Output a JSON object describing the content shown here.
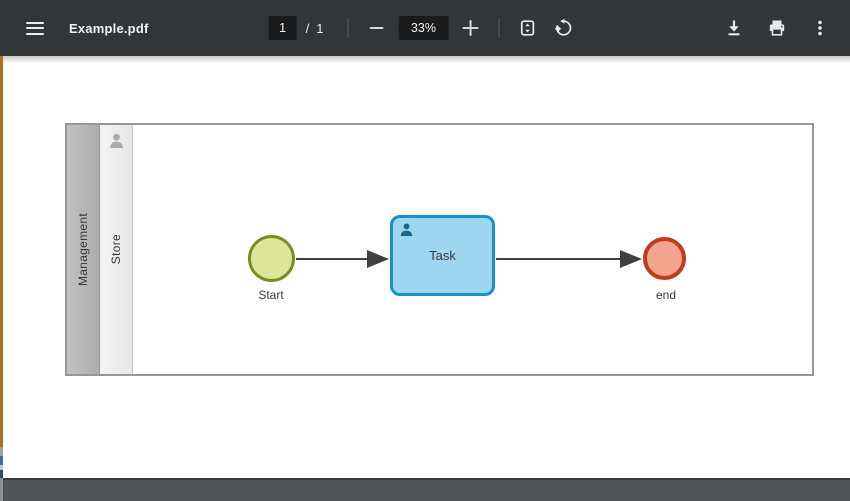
{
  "toolbar": {
    "title": "Example.pdf",
    "page_current": "1",
    "page_separator": "/",
    "page_total": "1",
    "zoom_level": "33%",
    "icons": {
      "menu": "hamburger-icon",
      "zoom_out": "minus-icon",
      "zoom_in": "plus-icon",
      "fit": "fit-to-page-icon",
      "rotate": "rotate-counterclockwise-icon",
      "download": "download-icon",
      "print": "print-icon",
      "more": "more-vertical-icon"
    },
    "colors": {
      "toolbar_bg": "#323639",
      "field_bg": "#191b1c",
      "icon_color": "#e8eaed"
    }
  },
  "viewer": {
    "background": "#515457",
    "page_background": "#ffffff"
  },
  "diagram": {
    "pool_label": "Management",
    "lane_label": "Store",
    "nodes": {
      "start": {
        "label": "Start",
        "fill": "#dce59b",
        "stroke": "#7d8b21"
      },
      "task": {
        "label": "Task",
        "fill": "#9dd7ef",
        "stroke": "#1791c8"
      },
      "end": {
        "label": "end",
        "fill": "#f2a48f",
        "stroke": "#c23a1d"
      }
    },
    "flow_color": "#404040"
  }
}
